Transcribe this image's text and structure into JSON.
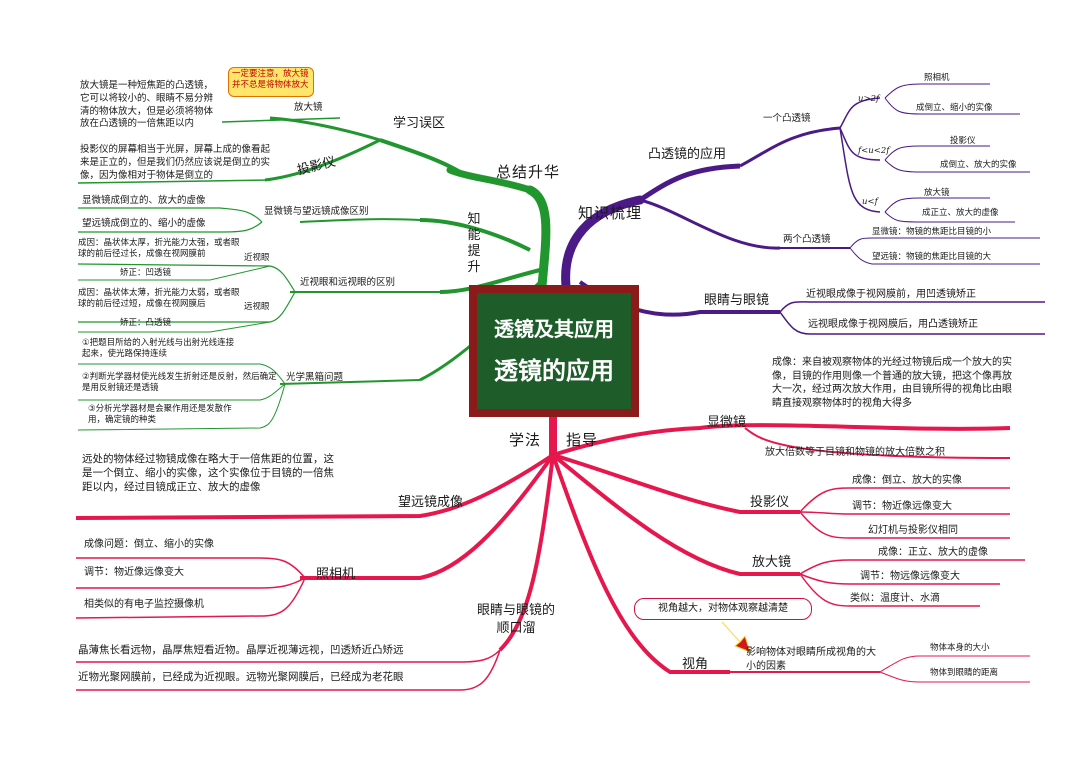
{
  "center": {
    "title": "透镜及其应用",
    "subtitle": "透镜的应用"
  },
  "colors": {
    "green": "#21962f",
    "purple": "#4b1a86",
    "red": "#e5174d",
    "center_border": "#8b1a1a",
    "center_fill": "#1e5c2a"
  },
  "green_branch": {
    "main": "总结升华",
    "vertical": "知能提升",
    "misconceptions": "学习误区",
    "magnifier": "放大镜",
    "magnifier_text": "放大镜是一种短焦距的凸透镜，它可以将较小的、眼睛不易分辨清的物体放大，但是必须将物体放在凸透镜的一倍焦距以内",
    "note": "一定要注意，放大镜并不总是将物体放大",
    "projector": "投影仪",
    "projector_text": "投影仪的屏幕相当于光屏，屏幕上成的像看起来是正立的，但是我们仍然应该说是倒立的实像，因为像相对于物体是倒立的",
    "scope_diff": "显微镜与望远镜成像区别",
    "scope_a": "显微镜成倒立的、放大的虚像",
    "scope_b": "望远镜成倒立的、缩小的虚像",
    "eye_diff": "近视眼和远视眼的区别",
    "myopia": "近视眼",
    "myopia_cause": "成因：晶状体太厚，折光能力太强，或者眼球的前后径过长，成像在视网膜前",
    "myopia_fix": "矫正：凹透镜",
    "hyperopia": "远视眼",
    "hyperopia_cause": "成因：晶状体太薄，折光能力太弱，或者眼球的前后径过短，成像在视网膜后",
    "hyperopia_fix": "矫正：凸透镜",
    "blackbox": "光学黑箱问题",
    "blackbox_1": "①把题目所给的入射光线与出射光线连接起来，使光路保持连续",
    "blackbox_2": "②判断光学器材使光线发生折射还是反射，然后确定是用反射镜还是透镜",
    "blackbox_3": "③分析光学器材是会聚作用还是发散作用，确定镜的种类"
  },
  "purple_branch": {
    "main": "知识梳理",
    "convex_app": "凸透镜的应用",
    "one_lens": "一个凸透镜",
    "cond1": "u>2f",
    "cond1_a": "照相机",
    "cond1_b": "成倒立、缩小的实像",
    "cond2": "f<u<2f",
    "cond2_a": "投影仪",
    "cond2_b": "成倒立、放大的实像",
    "cond3": "u<f",
    "cond3_a": "放大镜",
    "cond3_b": "成正立、放大的虚像",
    "two_lens": "两个凸透镜",
    "two_a": "显微镜：物镜的焦距比目镜的小",
    "two_b": "望远镜：物镜的焦距比目镜的大",
    "eye_glass": "眼睛与眼镜",
    "eye_a": "近视眼成像于视网膜前，用凹透镜矫正",
    "eye_b": "远视眼成像于视网膜后，用凸透镜矫正"
  },
  "red_branch": {
    "main_a": "学法",
    "main_b": "指导",
    "microscope": "显微镜",
    "microscope_text": "成像：来自被观察物体的光经过物镜后成一个放大的实像，目镜的作用则像一个普通的放大镜，把这个像再放大一次，经过两次放大作用，由目镜所得的视角比由眼睛直接观察物体时的视角大得多",
    "microscope_mag": "放大倍数等于目镜和物镜的放大倍数之积",
    "projector": "投影仪",
    "projector_a": "成像：倒立、放大的实像",
    "projector_b": "调节：物近像远像变大",
    "projector_c": "幻灯机与投影仪相同",
    "magnifier": "放大镜",
    "magnifier_a": "成像：正立、放大的虚像",
    "magnifier_b": "调节：物远像远像变大",
    "magnifier_c": "类似：温度计、水滴",
    "angle_note": "视角越大，对物体观察越清楚",
    "angle": "视角",
    "angle_text": "影响物体对眼睛所成视角的大小的因素",
    "angle_a": "物体本身的大小",
    "angle_b": "物体到眼睛的距离",
    "telescope": "望远镜成像",
    "telescope_text": "远处的物体经过物镜成像在略大于一倍焦距的位置，这是一个倒立、缩小的实像，这个实像位于目镜的一倍焦距以内，经过目镜成正立、放大的虚像",
    "camera": "照相机",
    "camera_a": "成像问题：倒立、缩小的实像",
    "camera_b": "调节：物近像远像变大",
    "camera_c": "相类似的有电子监控摄像机",
    "rhyme": "眼睛与眼镜的顺口溜",
    "rhyme_a": "晶薄焦长看远物，晶厚焦短看近物。晶厚近视薄远视，凹透矫近凸矫远",
    "rhyme_b": "近物光聚网膜前，已经成为近视眼。远物光聚网膜后，已经成为老花眼"
  }
}
